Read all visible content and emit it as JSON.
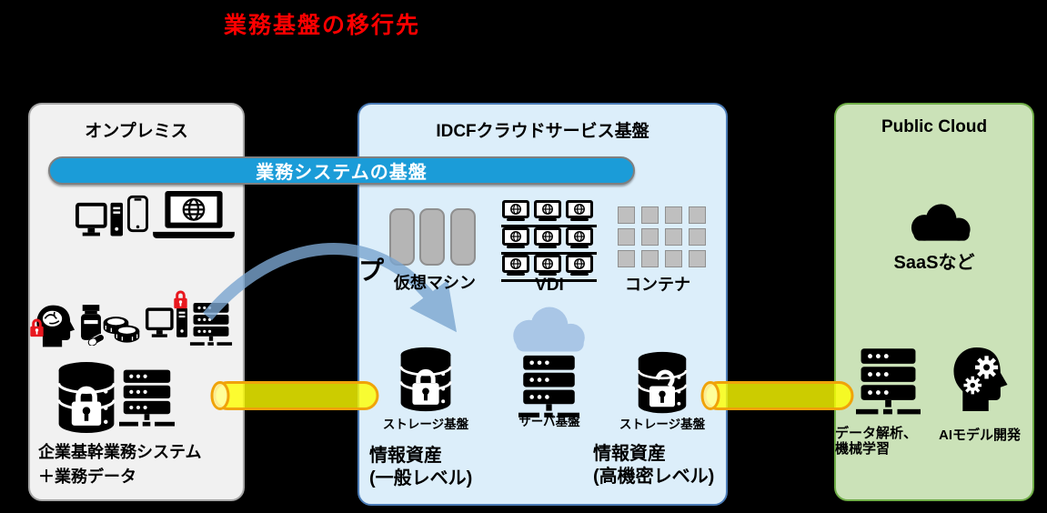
{
  "title": "業務基盤の移行先",
  "banner": {
    "label": "業務システムの基盤"
  },
  "panels": {
    "onprem": {
      "title": "オンプレミス",
      "system_label": {
        "line1": "企業基幹業務システム",
        "line2": "＋業務データ"
      }
    },
    "idcf": {
      "title": "IDCFクラウドサービス基盤",
      "partial_char": "プ",
      "vm_label": "仮想マシン",
      "vdi_label": "VDI",
      "container_label": "コンテナ",
      "storage_left_label": "ストレージ基盤",
      "server_label": "サーバ基盤",
      "storage_right_label": "ストレージ基盤",
      "asset_general": {
        "line1": "情報資産",
        "line2": "(一般レベル)"
      },
      "asset_secure": {
        "line1": "情報資産",
        "line2": "(高機密レベル)"
      }
    },
    "public_cloud": {
      "title": "Public Cloud",
      "saas_label": "SaaSなど",
      "analytics_label": {
        "line1": "データ解析、",
        "line2": "機械学習"
      },
      "ai_label": "AIモデル開発"
    }
  },
  "icons": {
    "onprem": [
      "desktop-pc-icon",
      "smartphone-icon",
      "laptop-globe-icon",
      "head-brain-lock-icon",
      "pill-bottle-icon",
      "coins-icon",
      "desktop-pc-icon",
      "server-red-lock-icon",
      "database-lock-icon",
      "server-rack-icon"
    ],
    "idcf": [
      "vm-bars-icon",
      "vdi-laptop-grid-icon",
      "container-grid-icon",
      "database-closed-lock-icon",
      "cloud-server-icon",
      "database-open-lock-icon"
    ],
    "public_cloud": [
      "cloud-icon",
      "server-rack-icon",
      "head-gears-icon"
    ],
    "connectors": [
      "yellow-pipe-left",
      "yellow-pipe-right",
      "curved-migration-arrow"
    ]
  },
  "colors": {
    "background": "#000000",
    "title_red": "#ff0000",
    "banner_blue": "#1b9cd8",
    "onprem_bg": "#f1f1f1",
    "onprem_border": "#a6a6a6",
    "idcf_bg": "#dceefa",
    "idcf_border": "#4a7ab5",
    "cloud_bg": "#cbe2b8",
    "cloud_border": "#6fad47",
    "pipe_yellow": "#ffff00",
    "pipe_cap_yellow": "#ffffb3",
    "pipe_border_orange": "#f0a30a",
    "arrow_blue": "#7ba6d0",
    "light_cloud_blue": "#a9c6e6",
    "lock_red": "#e8181f"
  }
}
